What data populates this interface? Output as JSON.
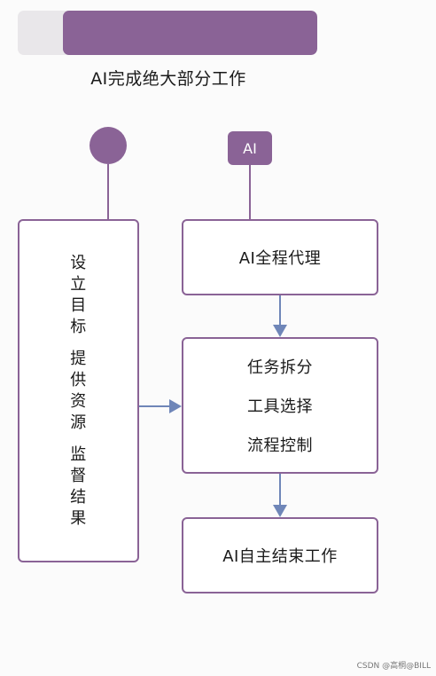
{
  "progress": {
    "fill_percent": 85,
    "colors": {
      "track": "#e9e7ea",
      "fill": "#8a6396"
    }
  },
  "title": "AI完成绝大部分工作",
  "ai_badge": "AI",
  "left_box": {
    "lines": [
      "设",
      "立",
      "目",
      "标",
      "提",
      "供",
      "资",
      "源",
      "监",
      "督",
      "结",
      "果"
    ]
  },
  "boxes": {
    "proxy": "AI全程代理",
    "tasks": [
      "任务拆分",
      "工具选择",
      "流程控制"
    ],
    "end": "AI自主结束工作"
  },
  "watermark": "CSDN @高桐@BILL",
  "colors": {
    "accent": "#8a6396",
    "arrow": "#6f86b8"
  }
}
